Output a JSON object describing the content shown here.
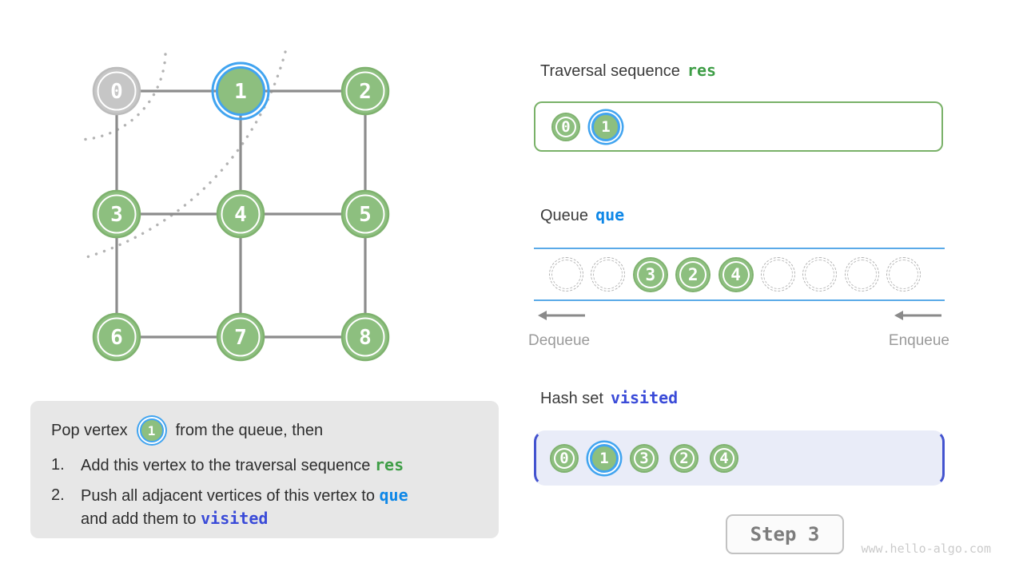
{
  "graph": {
    "nodes": [
      {
        "label": "0",
        "state": "popped"
      },
      {
        "label": "1",
        "state": "current"
      },
      {
        "label": "2",
        "state": "default"
      },
      {
        "label": "3",
        "state": "default"
      },
      {
        "label": "4",
        "state": "default"
      },
      {
        "label": "5",
        "state": "default"
      },
      {
        "label": "6",
        "state": "default"
      },
      {
        "label": "7",
        "state": "default"
      },
      {
        "label": "8",
        "state": "default"
      }
    ],
    "edges": [
      [
        0,
        1
      ],
      [
        1,
        2
      ],
      [
        3,
        4
      ],
      [
        4,
        5
      ],
      [
        6,
        7
      ],
      [
        7,
        8
      ],
      [
        0,
        3
      ],
      [
        3,
        6
      ],
      [
        1,
        4
      ],
      [
        4,
        7
      ],
      [
        2,
        5
      ],
      [
        5,
        8
      ]
    ]
  },
  "instruction": {
    "line1_pre": "Pop vertex",
    "line1_vertex": "1",
    "line1_post": "from the queue, then",
    "item1_num": "1.",
    "item1_text": "Add this vertex to the traversal sequence ",
    "item1_code": "res",
    "item2_num": "2.",
    "item2_text": "Push all adjacent vertices of this vertex to ",
    "item2_code1": "que",
    "item2_text2": "and add them to ",
    "item2_code2": "visited"
  },
  "traversal": {
    "title": "Traversal sequence",
    "code": "res",
    "items": [
      {
        "label": "0",
        "state": "visited"
      },
      {
        "label": "1",
        "state": "current"
      }
    ]
  },
  "queue": {
    "title": "Queue",
    "code": "que",
    "slots": [
      "",
      "",
      "3",
      "2",
      "4",
      "",
      "",
      "",
      ""
    ],
    "dequeue_label": "Dequeue",
    "enqueue_label": "Enqueue"
  },
  "hashset": {
    "title": "Hash set",
    "code": "visited",
    "items": [
      {
        "label": "0",
        "state": "visited"
      },
      {
        "label": "1",
        "state": "current"
      },
      {
        "label": "3",
        "state": "visited"
      },
      {
        "label": "2",
        "state": "visited"
      },
      {
        "label": "4",
        "state": "visited"
      }
    ]
  },
  "step": {
    "label": "Step 3"
  },
  "watermark": "www.hello-algo.com",
  "colors": {
    "node_green": "#8dbf7f",
    "node_gray": "#c6c6c6",
    "current_ring_blue": "#41a4f0",
    "res_green": "#3f9e47",
    "que_blue": "#0e87e7",
    "visited_indigo": "#3a4bd8",
    "queue_line_blue": "#5aaae8",
    "hash_bracket_indigo": "#4353cf"
  }
}
